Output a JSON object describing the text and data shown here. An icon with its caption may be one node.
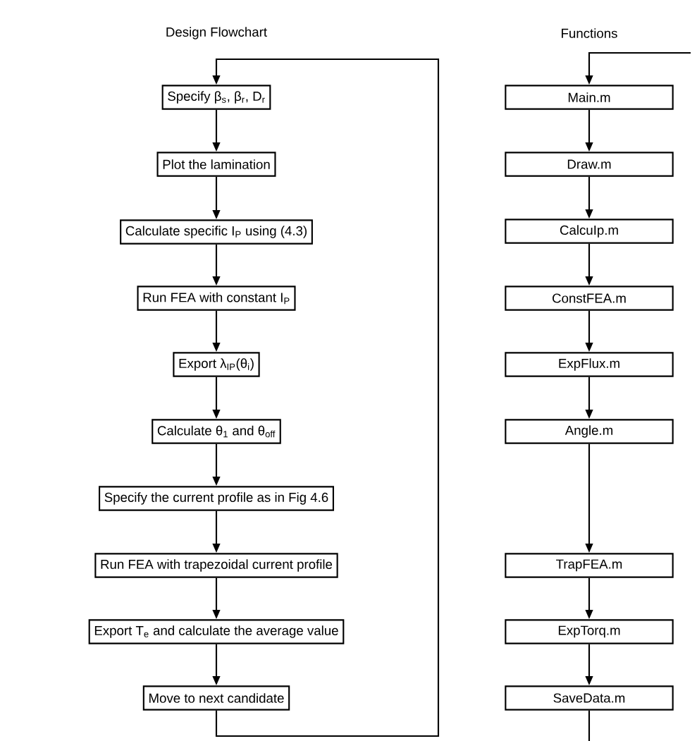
{
  "diagram": {
    "nodes": [
      {
        "text": [
          "Specify β$_{s}$, β$_{r}$, D$_{r}$"
        ]
      },
      {
        "text": [
          "Plot the lamination"
        ]
      },
      {
        "text": [
          "Calculate specific I$_{P}$ using (4.3)"
        ]
      },
      {
        "text": [
          "Run FEA with constant I$_{P}$"
        ]
      },
      {
        "text": [
          "Export λ$_{IP}$(θ$_{i}$)"
        ]
      },
      {
        "text": [
          "Calculate θ$_{1}$ and θ$_{off}$"
        ]
      },
      {
        "text": [
          "Specify the current profile as in Fig 4.6"
        ]
      },
      {
        "text": [
          "Run FEA with trapezoidal current profile"
        ]
      },
      {
        "text": [
          "Export T$_{e}$ and calculate the average value"
        ]
      },
      {
        "text": [
          "Move to next candidate"
        ]
      },
      {
        "text": [
          "Main.m"
        ]
      },
      {
        "text": [
          "Draw.m"
        ]
      },
      {
        "text": [
          "CalcuIp.m"
        ]
      },
      {
        "text": [
          "ConstFEA.m"
        ]
      },
      {
        "text": [
          "ExpFlux.m"
        ]
      },
      {
        "text": [
          "Angle.m"
        ]
      },
      {
        "text": [
          "TrapFEA.m"
        ]
      },
      {
        "text": [
          "ExpTorq.m"
        ]
      },
      {
        "text": [
          "SaveData.m"
        ]
      }
    ],
    "edges": [
      {
        "from": 0,
        "to": 1,
        "arrow": "to"
      },
      {
        "from": 1,
        "to": 2,
        "arrow": "to"
      },
      {
        "from": 2,
        "to": 3,
        "arrow": "to"
      },
      {
        "from": 3,
        "to": 4,
        "arrow": "to"
      },
      {
        "from": 4,
        "to": 5,
        "arrow": "to"
      },
      {
        "from": 5,
        "to": 6,
        "arrow": "to"
      },
      {
        "from": 6,
        "to": 7,
        "arrow": "to"
      },
      {
        "from": 7,
        "to": 8,
        "arrow": "to"
      },
      {
        "from": 8,
        "to": 9,
        "arrow": "to"
      },
      {
        "from": 9,
        "to": 0,
        "arrow": "to"
      },
      {
        "from": null,
        "to": 10,
        "arrow": "to"
      },
      {
        "from": 10,
        "to": 11,
        "arrow": "to"
      },
      {
        "from": 11,
        "to": 12,
        "arrow": "to"
      },
      {
        "from": 12,
        "to": 13,
        "arrow": "to"
      },
      {
        "from": 13,
        "to": 14,
        "arrow": "to"
      },
      {
        "from": 14,
        "to": 15,
        "arrow": "to"
      },
      {
        "from": 15,
        "to": 16,
        "arrow": "to"
      },
      {
        "from": 16,
        "to": 17,
        "arrow": "to"
      },
      {
        "from": 17,
        "to": 18,
        "arrow": "to"
      },
      {
        "from": 18,
        "to": null,
        "arrow": "none"
      }
    ],
    "labels": [
      "Design Flowchart",
      "Functions"
    ]
  }
}
